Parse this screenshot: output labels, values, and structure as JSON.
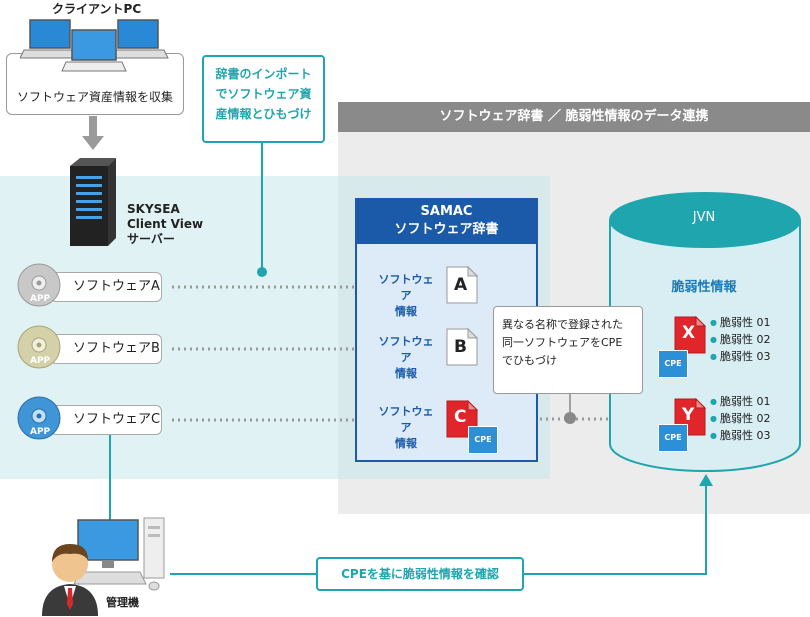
{
  "client_pc": {
    "title": "クライアントPC",
    "caption": "ソフトウェア資産情報を収集"
  },
  "server": {
    "line1": "SKYSEA",
    "line2": "Client View",
    "line3": "サーバー"
  },
  "callout_import": {
    "lines": [
      "辞書のインポート",
      "でソフトウェア資",
      "産情報とひもづけ"
    ]
  },
  "panel_header": "ソフトウェア辞書 ／ 脆弱性情報のデータ連携",
  "software": [
    {
      "label": "ソフトウェアA",
      "app": "APP",
      "color": "#b8b8b8"
    },
    {
      "label": "ソフトウェアB",
      "app": "APP",
      "color": "#c9c6a2"
    },
    {
      "label": "ソフトウェアC",
      "app": "APP",
      "color": "#3f95d6"
    }
  ],
  "samac": {
    "title1": "SAMAC",
    "title2": "ソフトウェア辞書",
    "entries": [
      {
        "label1": "ソフトウェア",
        "label2": "情報",
        "letter": "A"
      },
      {
        "label1": "ソフトウェア",
        "label2": "情報",
        "letter": "B"
      },
      {
        "label1": "ソフトウェア",
        "label2": "情報",
        "letter": "C",
        "tag": "CPE"
      }
    ]
  },
  "jvn": {
    "title": "JVN",
    "subtitle": "脆弱性情報",
    "entries": [
      {
        "letter": "X",
        "tag": "CPE",
        "items": [
          "脆弱性 01",
          "脆弱性 02",
          "脆弱性 03"
        ]
      },
      {
        "letter": "Y",
        "tag": "CPE",
        "items": [
          "脆弱性 01",
          "脆弱性 02",
          "脆弱性 03"
        ]
      }
    ]
  },
  "note": {
    "lines": [
      "異なる名称で登録された",
      "同一ソフトウェアをCPE",
      "でひもづけ"
    ]
  },
  "cpe_confirm": "CPEを基に脆弱性情報を確認",
  "admin": {
    "label": "管理機"
  },
  "colors": {
    "teal": "#1fa5ad",
    "blue": "#1a5aa8",
    "red": "#e0262b",
    "cpe_blue": "#2d8fd5"
  }
}
